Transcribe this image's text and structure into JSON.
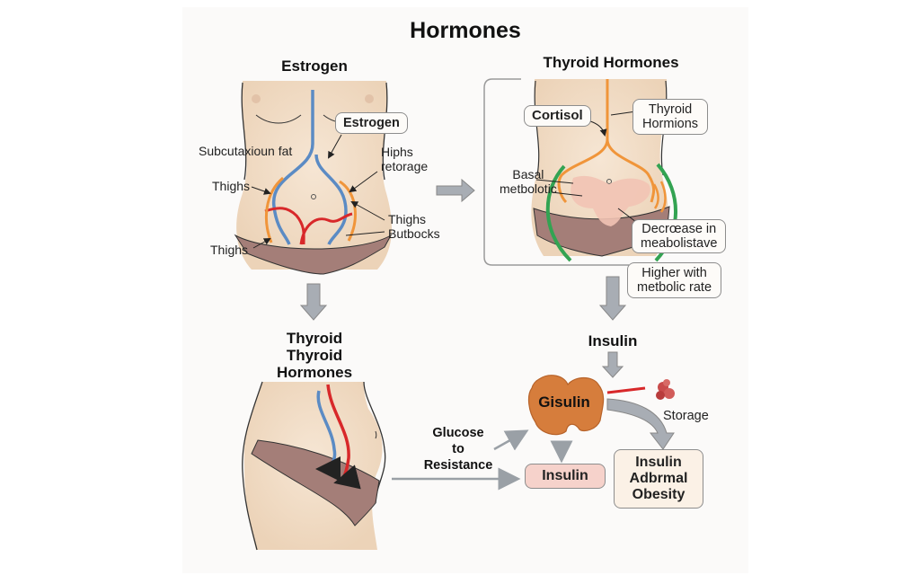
{
  "title": "Hormones",
  "panels": {
    "estrogen": {
      "heading": "Estrogen",
      "callout": "Estrogen",
      "labels": {
        "subcutaneous": "Subcutaxioun fat",
        "hips": [
          "Hiphs",
          "retorage"
        ],
        "thighs_left_upper": "Thighs",
        "thighs_left_lower": "Thighs",
        "thighs_right": "Thighs",
        "buttocks": "Butbocks"
      }
    },
    "thyroid": {
      "heading": "Thyroid Hormones",
      "cortisol_box": "Cortisol",
      "thyroid_box": [
        "Thyroid",
        "Hormions"
      ],
      "basal": [
        "Basal",
        "metbolotic"
      ],
      "decrease_box": [
        "Decrœase in",
        "meabolistave"
      ],
      "higher_box": [
        "Higher with",
        "metbolic rate"
      ]
    },
    "thyroid_lower": {
      "heading": [
        "Thyroid",
        "Thyroid",
        "Hormones"
      ],
      "glucose": [
        "Glucose",
        "to",
        "Resistance"
      ]
    },
    "insulin": {
      "heading": "Insulin",
      "gland_label": "Gisulin",
      "storage": "Storage",
      "insulin_box": "Insulin",
      "obesity_box": [
        "Insulin",
        "Adbrmal",
        "Obesity"
      ]
    }
  },
  "colors": {
    "skin": "#f1dcc6",
    "underwear": "#a47e78",
    "blue_vessel": "#5b8bc4",
    "red_vessel": "#d8282a",
    "orange_line": "#f0953a",
    "green_arc": "#33a352",
    "arrow_gray": "#a8adb4",
    "gland_orange": "#d67d3c",
    "insulin_box_fill": "#f6d2cb"
  }
}
